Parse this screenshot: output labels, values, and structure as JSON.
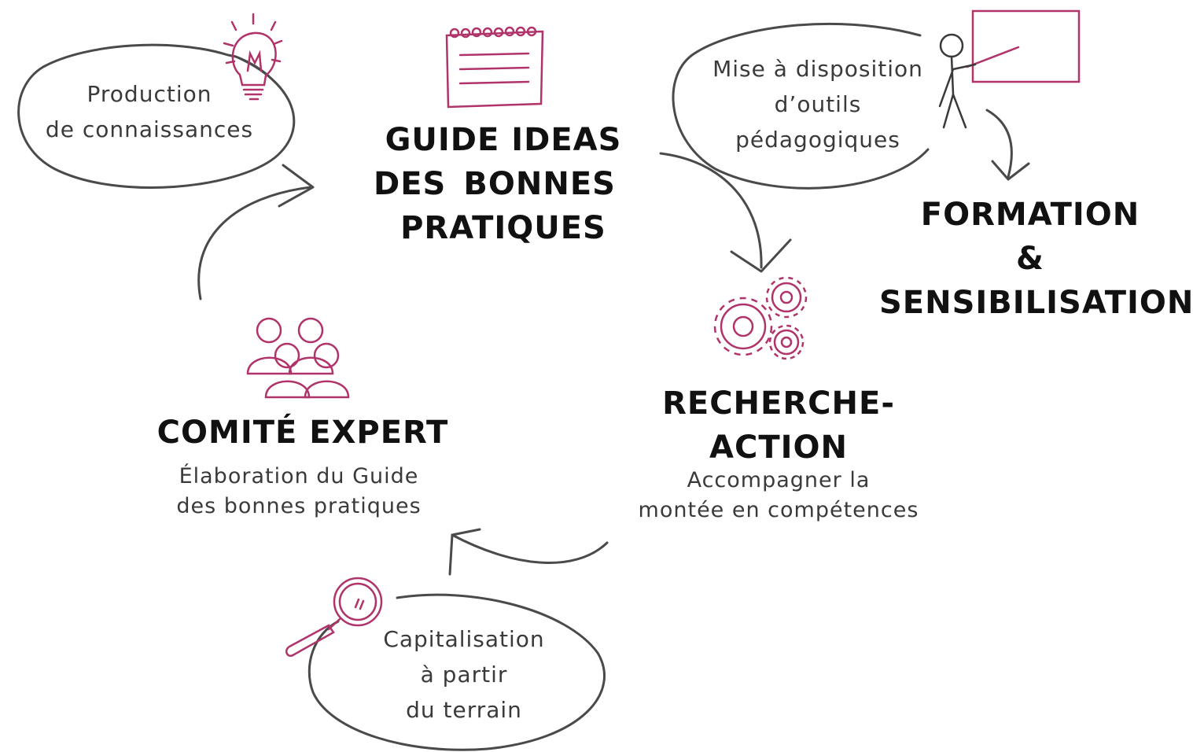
{
  "colors": {
    "highlight": "#f8c03e",
    "icon": "#b0336a",
    "ink": "#3a3a3a",
    "heading": "#111111"
  },
  "center": {
    "line1": "GUIDE IDEAS",
    "line2_prefix": "DES",
    "line2_highlight": "BONNES",
    "line3_highlight": "PRATIQUES",
    "icon": "notepad-icon"
  },
  "production": {
    "line1": "Production",
    "line2": "de connaissances",
    "icon": "lightbulb-icon"
  },
  "mise": {
    "line1": "Mise à disposition",
    "line2": "d’outils",
    "line3": "pédagogiques",
    "icon": "teacher-board-icon"
  },
  "formation": {
    "line1": "FORMATION",
    "line2": "&",
    "line3": "SENSIBILISATION"
  },
  "recherche": {
    "line1": "RECHERCHE-",
    "line2": "ACTION",
    "caption1": "Accompagner la",
    "caption2": "montée en compétences",
    "icon": "gears-icon"
  },
  "comite": {
    "title": "COMITÉ EXPERT",
    "caption1": "Élaboration du Guide",
    "caption2": "des bonnes pratiques",
    "icon": "group-people-icon"
  },
  "capitalisation": {
    "line1": "Capitalisation",
    "line2": "à partir",
    "line3": "du terrain",
    "icon": "magnifier-icon"
  }
}
